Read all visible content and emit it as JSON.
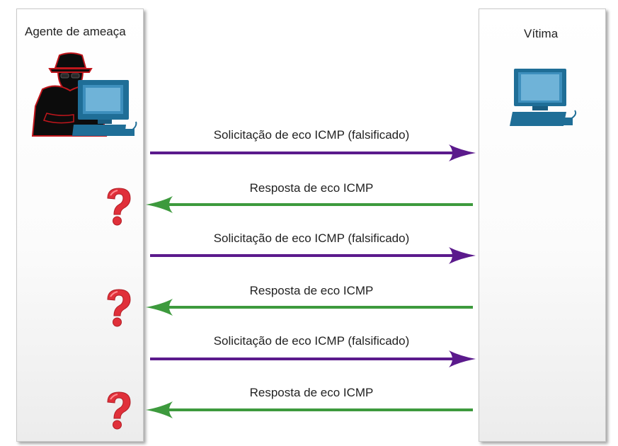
{
  "participants": {
    "left": {
      "label": "Agente de ameaça",
      "icon": "threat-actor-with-computer-icon"
    },
    "right": {
      "label": "Vítima",
      "icon": "desktop-computer-icon"
    }
  },
  "messages": [
    {
      "label": "Solicitação de eco ICMP (falsificado)",
      "direction": "right",
      "color": "#5b1a8c"
    },
    {
      "label": "Resposta de eco ICMP",
      "direction": "left",
      "color": "#3d9a3d",
      "marker": "question-mark-icon"
    },
    {
      "label": "Solicitação de eco ICMP (falsificado)",
      "direction": "right",
      "color": "#5b1a8c"
    },
    {
      "label": "Resposta de eco ICMP",
      "direction": "left",
      "color": "#3d9a3d",
      "marker": "question-mark-icon"
    },
    {
      "label": "Solicitação de eco ICMP (falsificado)",
      "direction": "right",
      "color": "#5b1a8c"
    },
    {
      "label": "Resposta de eco ICMP",
      "direction": "left",
      "color": "#3d9a3d",
      "marker": "question-mark-icon"
    }
  ],
  "colors": {
    "request_arrow": "#5b1a8c",
    "reply_arrow": "#3d9a3d",
    "question_mark": "#e0303a",
    "monitor": "#1f6e97"
  }
}
